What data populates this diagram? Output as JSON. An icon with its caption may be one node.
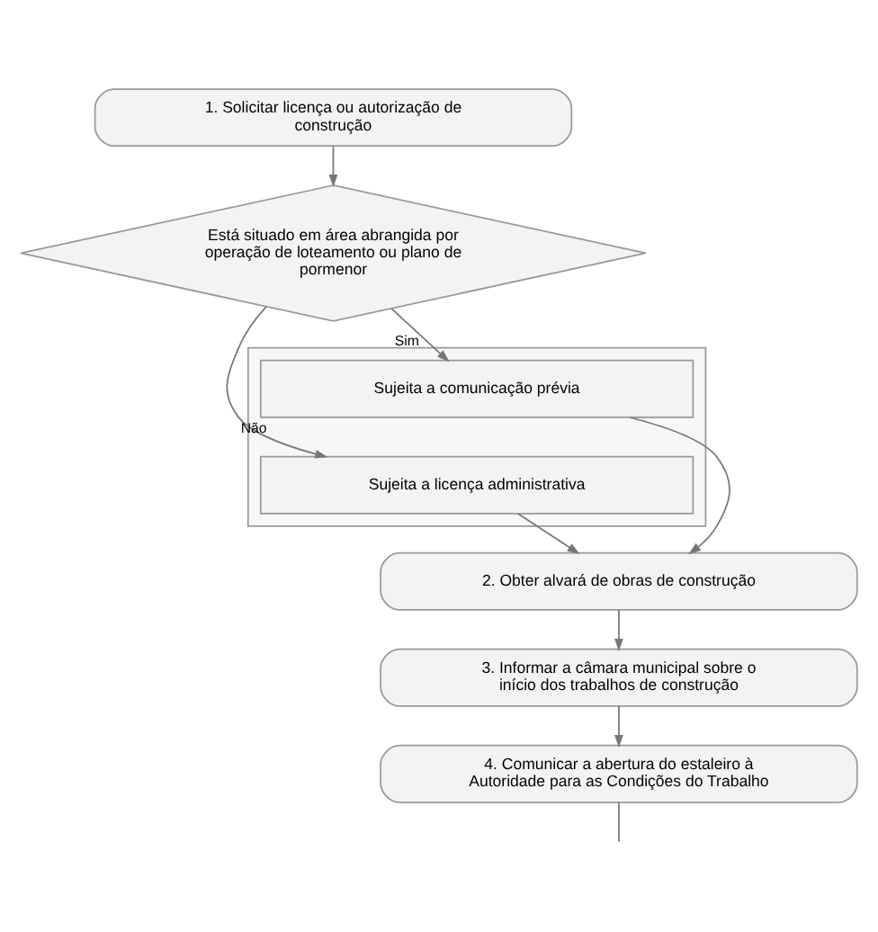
{
  "diagram": {
    "nodes": [
      {
        "text": [
          "1. Solicitar licença ou autorização de construção"
        ]
      },
      {
        "text": [
          "Está situado em área abrangida por operação de loteamento ou plano de pormenor"
        ]
      },
      {
        "text": [],
        "shape": "box"
      },
      {
        "text": [
          "Sujeita a comunicação prévia"
        ],
        "in": 2
      },
      {
        "text": [
          "Sujeita a licença administrativa"
        ],
        "in": 2
      },
      {
        "text": [
          "2. Obter alvará de obras de construção"
        ]
      },
      {
        "text": [
          "3. Informar a câmara municipal sobre o início dos trabalhos de construção"
        ]
      },
      {
        "text": [
          "4. Comunicar a abertura do estaleiro à Autoridade para as Condições do Trabalho"
        ]
      }
    ],
    "edges": [
      {
        "from": 0,
        "to": 1,
        "arrow": "to"
      },
      {
        "from": 1,
        "to": 3,
        "label": "Sim",
        "arrow": "to"
      },
      {
        "from": 1,
        "to": 4,
        "label": "Não",
        "arrow": "to"
      },
      {
        "from": 3,
        "to": 5,
        "arrow": "to"
      },
      {
        "from": 4,
        "to": 5,
        "arrow": "to"
      },
      {
        "from": 5,
        "to": 6,
        "arrow": "to"
      },
      {
        "from": 6,
        "to": 7,
        "arrow": "to"
      },
      {
        "from": 7,
        "to": null,
        "arrow": "none"
      }
    ]
  }
}
